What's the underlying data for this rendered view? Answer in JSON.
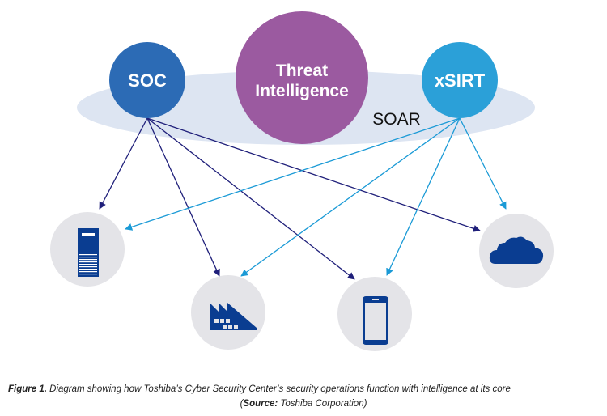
{
  "diagram": {
    "ellipse_label": "SOAR",
    "nodes": {
      "soc": {
        "label": "SOC",
        "color": "#2c6bb5"
      },
      "threat_intelligence": {
        "label_line1": "Threat",
        "label_line2": "Intelligence",
        "color": "#9b5aa0"
      },
      "xsirt": {
        "label": "xSIRT",
        "color": "#2ba0d8"
      }
    },
    "soar_color": "#dde5f2",
    "targets": [
      {
        "id": "server",
        "icon": "server-icon"
      },
      {
        "id": "factory",
        "icon": "factory-icon"
      },
      {
        "id": "smartphone",
        "icon": "smartphone-icon"
      },
      {
        "id": "cloud",
        "icon": "cloud-icon"
      }
    ],
    "target_bg_color": "#e4e4e8",
    "icon_color": "#0a3d91",
    "edges": [
      {
        "from": "soc",
        "to": "server",
        "color": "#1f1f7a"
      },
      {
        "from": "soc",
        "to": "factory",
        "color": "#1f1f7a"
      },
      {
        "from": "soc",
        "to": "smartphone",
        "color": "#1f1f7a"
      },
      {
        "from": "soc",
        "to": "cloud",
        "color": "#1f1f7a"
      },
      {
        "from": "xsirt",
        "to": "server",
        "color": "#1a9ad6"
      },
      {
        "from": "xsirt",
        "to": "factory",
        "color": "#1a9ad6"
      },
      {
        "from": "xsirt",
        "to": "smartphone",
        "color": "#1a9ad6"
      },
      {
        "from": "xsirt",
        "to": "cloud",
        "color": "#1a9ad6"
      }
    ]
  },
  "caption": {
    "figure_label": "Figure 1.",
    "text": " Diagram showing how Toshiba’s Cyber Security Center’s security operations function with intelligence at its core",
    "source_open": "(",
    "source_label": "Source:",
    "source_text": " Toshiba Corporation)"
  }
}
